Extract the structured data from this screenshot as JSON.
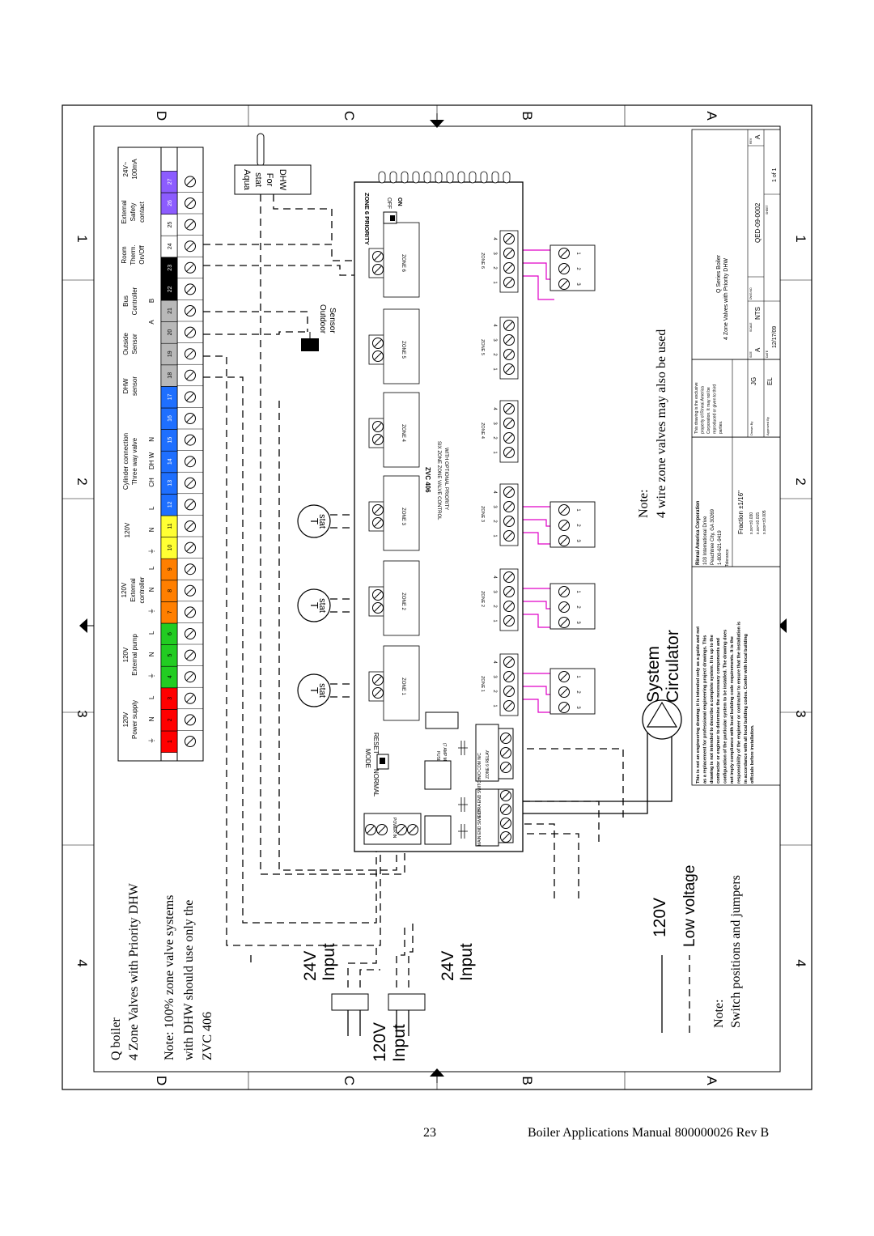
{
  "page": {
    "number": "23",
    "footer_title": "Boiler Applications Manual 800000026 Rev B"
  },
  "border": {
    "numbers_top": [
      "4",
      "3",
      "2",
      "1"
    ],
    "numbers_bottom": [
      "4",
      "3",
      "2",
      "1"
    ],
    "letters": [
      "D",
      "C",
      "B",
      "A"
    ]
  },
  "notes": {
    "title_line1": "Q boiler",
    "title_line2": "4 Zone  Valves with Priority DHW",
    "note1": [
      "Note: 100% zone valve systems",
      "with DHW should use only the",
      "ZVC 406"
    ],
    "note_zone_valves": [
      "Note:",
      "4 wire zone valves may also be used"
    ],
    "note_switch": [
      "Note:",
      "Switch positions and jumpers"
    ]
  },
  "legend": {
    "solid_label": "120V",
    "dashed_label": "Low voltage"
  },
  "inputs": {
    "input_24v_a": [
      "24V",
      "Input"
    ],
    "input_24v_b": [
      "24V",
      "Input"
    ],
    "input_120v": [
      "120V",
      "Input"
    ]
  },
  "circulator": [
    "System",
    "Circulator"
  ],
  "terminal_strip": {
    "groups": [
      {
        "label": [
          "120V",
          "Power supply"
        ],
        "subs": [
          "⏚",
          "N",
          "L"
        ]
      },
      {
        "label": [
          "120V",
          "External pump"
        ],
        "subs": [
          "⏚",
          "N",
          "L"
        ]
      },
      {
        "label": [
          "120V",
          "External",
          "controller"
        ],
        "subs": [
          "⏚",
          "N",
          "L"
        ]
      },
      {
        "label": [
          "120V"
        ],
        "subs": [
          "⏚",
          "N",
          "L"
        ]
      },
      {
        "label": [
          "Cylinder connection",
          "Three way valve"
        ],
        "subs": [
          "CH",
          "DH W",
          "N"
        ]
      },
      {
        "label": [
          "DHW",
          "sensor"
        ],
        "subs": []
      },
      {
        "label": [
          "Outside",
          "Sensor"
        ],
        "subs": []
      },
      {
        "label": [
          "Bus",
          "Controller"
        ],
        "subs": [
          "A",
          "B"
        ]
      },
      {
        "label": [
          "Room",
          "Therm.",
          "On/Off"
        ],
        "subs": []
      },
      {
        "label": [
          "External",
          "Safety",
          "contact"
        ],
        "subs": []
      },
      {
        "label": [
          "24V~",
          "100mA"
        ],
        "subs": []
      }
    ],
    "terminals": [
      {
        "n": "1",
        "color": "#ff0000"
      },
      {
        "n": "2",
        "color": "#ff0000"
      },
      {
        "n": "3",
        "color": "#ff0000"
      },
      {
        "n": "4",
        "color": "#22cc22"
      },
      {
        "n": "5",
        "color": "#22cc22"
      },
      {
        "n": "6",
        "color": "#22cc22"
      },
      {
        "n": "7",
        "color": "#ff7f00"
      },
      {
        "n": "8",
        "color": "#ff7f00"
      },
      {
        "n": "9",
        "color": "#ff7f00"
      },
      {
        "n": "10",
        "color": "#ffff33"
      },
      {
        "n": "11",
        "color": "#ffff33"
      },
      {
        "n": "12",
        "color": "#1e6fff"
      },
      {
        "n": "13",
        "color": "#1e6fff"
      },
      {
        "n": "14",
        "color": "#1e6fff"
      },
      {
        "n": "15",
        "color": "#1e6fff"
      },
      {
        "n": "16",
        "color": "#1e6fff"
      },
      {
        "n": "17",
        "color": "#1e6fff"
      },
      {
        "n": "18",
        "color": "#b8b8b8"
      },
      {
        "n": "19",
        "color": "#b8b8b8"
      },
      {
        "n": "20",
        "color": "#b8b8b8"
      },
      {
        "n": "21",
        "color": "#b8b8b8"
      },
      {
        "n": "22",
        "color": "#000000"
      },
      {
        "n": "23",
        "color": "#000000"
      },
      {
        "n": "24",
        "color": "#ffffff"
      },
      {
        "n": "25",
        "color": "#ffffff"
      },
      {
        "n": "26",
        "color": "#8c5cff"
      },
      {
        "n": "27",
        "color": "#8c5cff"
      }
    ]
  },
  "aquastat": [
    "Aqua",
    "stat",
    "For",
    "DHW"
  ],
  "outdoor_sensor": [
    "Outdoor",
    "Sensor"
  ],
  "thermostats": [
    {
      "t": "T",
      "label": "stat"
    },
    {
      "t": "T",
      "label": "stat"
    },
    {
      "t": "T",
      "label": "stat"
    }
  ],
  "zvc": {
    "model": "ZVC 406",
    "subtitle": [
      "SIX ZONE ZONE VALVE CONTROL",
      "WITH OPTIONAL PRIORITY"
    ],
    "zone6_priority": "ZONE 6 PRIORITY",
    "off": "OFF",
    "on": "ON",
    "mode": "MODE",
    "normal": "NORMAL",
    "reset": "RESET",
    "fuse": "FUSE",
    "fuse_rating": "(7 AMP MAX)",
    "power_in": "POWER IN",
    "relay_labels": [
      "MAIN END SWITCH",
      "EXTRA END SWITCH",
      "N/O COM N/C",
      "ZONE 6 RELAY"
    ],
    "zones": [
      "ZONE 1",
      "ZONE 2",
      "ZONE 3",
      "ZONE 4",
      "ZONE 5",
      "ZONE 6"
    ],
    "valve_terms": [
      "1",
      "2",
      "3",
      "4"
    ],
    "zone_valve_pins": [
      "1",
      "2",
      "3"
    ]
  },
  "title_block": {
    "disclaimer": [
      "This is not an engineering drawing; it is intended only as a guide and not",
      "as a replacement for professional engineering project drawings. This",
      "drawing is not intended to describe a complete system. It is up to the",
      "contractor or engineer to determine the necessary components and",
      "configuration of the particular system to be installed. The drawing does",
      "not imply compliance with local building code requirements. It is the",
      "responsibility of the engineer or contractor to ensure that the installation is",
      "in accordance with all local building codes. Confer with local building",
      "officials before installation."
    ],
    "company": [
      "Rinnai America Corporation",
      "103 International Drive",
      "Peachtree City, GA 30269",
      "1-800-621-9419"
    ],
    "tolerance": "Tolerance",
    "fraction": "Fraction ±1/16\"",
    "tolerances": [
      "x.xx=±0.030",
      "x.xx=±0.015",
      "x.xxx=±0.005"
    ],
    "property": [
      "This drawing is the exclusive",
      "property of Rinnai America",
      "Corporation. It may not be",
      "reproduced or given to third",
      "parties."
    ],
    "drawn_by_label": "Drawn By",
    "drawn_by": "JG",
    "approved_by_label": "Approved By",
    "approved_by": "EL",
    "title": [
      "Q Series Boiler",
      "4 Zone Valves with Priority DHW"
    ],
    "size_label": "SIZE",
    "size": "A",
    "scale_label": "SCALE",
    "scale": "NTS",
    "dwg_label": "DWG NO",
    "dwg": "QED-09-0002",
    "rev_label": "REV",
    "rev": "A",
    "date_label": "DATE",
    "date": "12/17/09",
    "sheet_label": "SHEET",
    "sheet": "1 of 1"
  }
}
